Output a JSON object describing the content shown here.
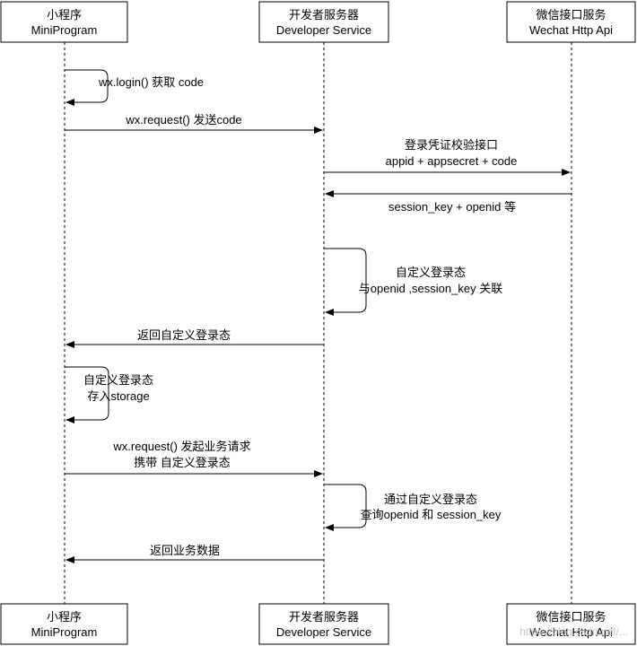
{
  "participants": [
    {
      "line1": "小程序",
      "line2": "MiniProgram"
    },
    {
      "line1": "开发者服务器",
      "line2": "Developer Service"
    },
    {
      "line1": "微信接口服务",
      "line2": "Wechat Http Api"
    }
  ],
  "messages": {
    "m1": "wx.login() 获取 code",
    "m2": "wx.request() 发送code",
    "m3a": "登录凭证校验接口",
    "m3b": "appid + appsecret + code",
    "m4": "session_key + openid 等",
    "m5a": "自定义登录态",
    "m5b": "与openid ,session_key 关联",
    "m6": "返回自定义登录态",
    "m7a": "自定义登录态",
    "m7b": "存入storage",
    "m8a": "wx.request() 发起业务请求",
    "m8b": "携带 自定义登录态",
    "m9a": "通过自定义登录态",
    "m9b": "查询openid 和 session_key",
    "m10": "返回业务数据"
  },
  "watermark": "https://blog.csdn.net/..."
}
